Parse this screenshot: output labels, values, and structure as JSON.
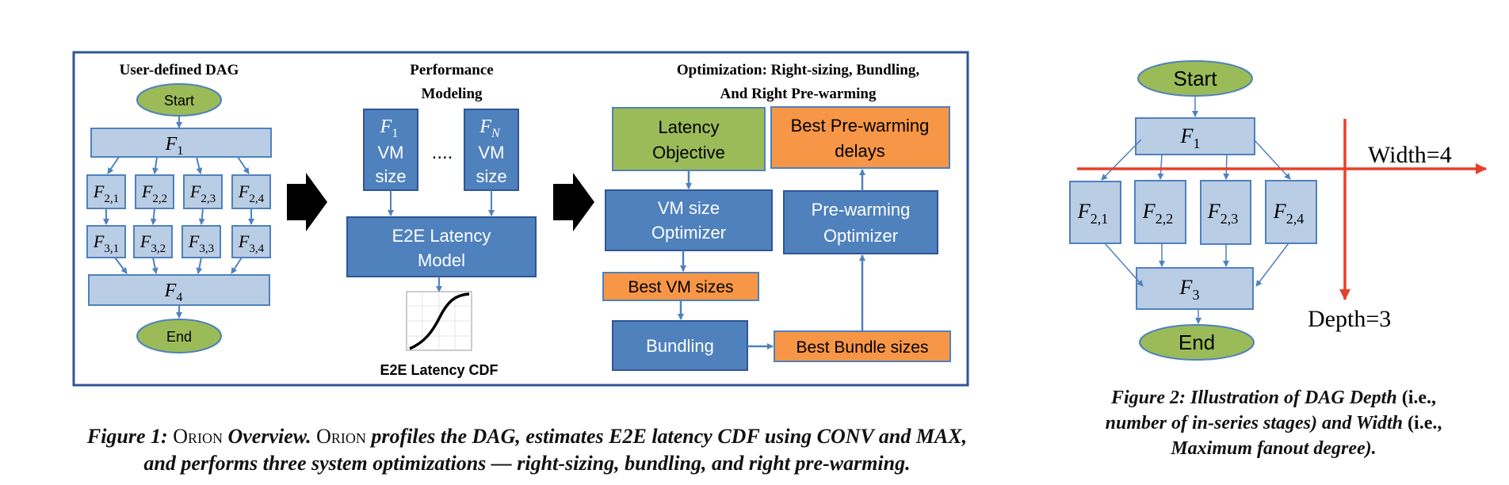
{
  "fig1": {
    "panel1": {
      "title": "User-defined DAG",
      "start": "Start",
      "end": "End",
      "f1": {
        "base": "F",
        "sub": "1"
      },
      "f2": [
        {
          "base": "F",
          "sub": "2,1"
        },
        {
          "base": "F",
          "sub": "2,2"
        },
        {
          "base": "F",
          "sub": "2,3"
        },
        {
          "base": "F",
          "sub": "2,4"
        }
      ],
      "f3": [
        {
          "base": "F",
          "sub": "3,1"
        },
        {
          "base": "F",
          "sub": "3,2"
        },
        {
          "base": "F",
          "sub": "3,3"
        },
        {
          "base": "F",
          "sub": "3,4"
        }
      ],
      "f4": {
        "base": "F",
        "sub": "4"
      }
    },
    "panel2": {
      "title_line1": "Performance",
      "title_line2": "Modeling",
      "vm1_f": {
        "base": "F",
        "sub": "1"
      },
      "vmN_f": {
        "base": "F",
        "sub": "N"
      },
      "vm_line1": "VM",
      "vm_line2": "size",
      "dots": "....",
      "model_line1": "E2E Latency",
      "model_line2": "Model",
      "cdf_label": "E2E Latency CDF"
    },
    "panel3": {
      "title_line1": "Optimization: Right-sizing, Bundling,",
      "title_line2": "And Right Pre-warming",
      "latency_line1": "Latency",
      "latency_line2": "Objective",
      "prewarm_delays_line1": "Best Pre-warming",
      "prewarm_delays_line2": "delays",
      "vm_opt_line1": "VM size",
      "vm_opt_line2": "Optimizer",
      "prewarm_opt_line1": "Pre-warming",
      "prewarm_opt_line2": "Optimizer",
      "best_vm": "Best VM sizes",
      "bundling": "Bundling",
      "best_bundle": "Best Bundle sizes"
    },
    "caption": {
      "label": "Figure 1:",
      "orion": "Orion",
      "overview": "Overview.",
      "text1": "profiles the DAG, estimates E2E latency CDF using CONV and MAX,",
      "line2": "and performs three system optimizations — right-sizing, bundling, and right pre-warming."
    }
  },
  "fig2": {
    "start": "Start",
    "end": "End",
    "f1": {
      "base": "F",
      "sub": "1"
    },
    "f2": [
      {
        "base": "F",
        "sub": "2,1"
      },
      {
        "base": "F",
        "sub": "2,2"
      },
      {
        "base": "F",
        "sub": "2,3"
      },
      {
        "base": "F",
        "sub": "2,4"
      }
    ],
    "f3": {
      "base": "F",
      "sub": "3"
    },
    "width_label": "Width=4",
    "depth_label": "Depth=3",
    "caption": {
      "l1a": "Figure 2: Illustration of DAG Depth",
      "l1b": "(i.e.,",
      "l2a": "number of in-series stages) and Width",
      "l2b": "(i.e.,",
      "l3": "Maximum fanout degree)."
    }
  },
  "colors": {
    "light_blue": "#b9cde5",
    "dark_blue": "#4f81bd",
    "green": "#9bbb59",
    "orange": "#f79646",
    "red": "#e8402a",
    "frame": "#2f5597"
  }
}
